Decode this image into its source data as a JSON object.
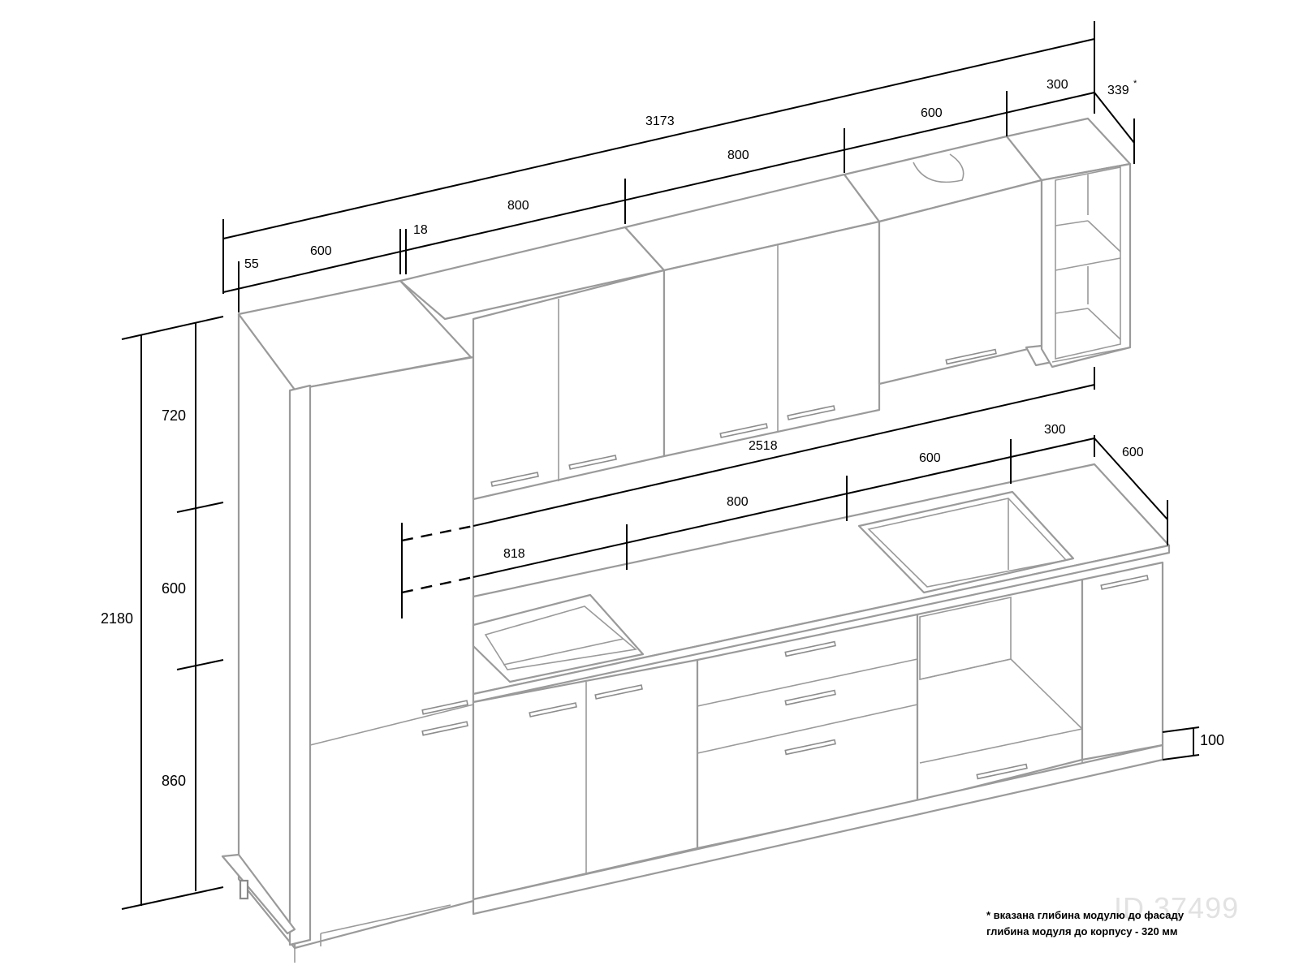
{
  "dimensions": {
    "total_upper": "3173",
    "upper": [
      "55",
      "600",
      "18",
      "800",
      "800",
      "600",
      "300",
      "339"
    ],
    "upper_depth_star": "*",
    "total_lower": "2518",
    "lower": [
      "818",
      "800",
      "600",
      "300",
      "600"
    ],
    "plinth": "100",
    "heights": [
      "720",
      "600",
      "860"
    ],
    "total_height": "2180"
  },
  "note": {
    "line1": "* вказана глибина модулю до фасаду",
    "line2": "глибина модуля до корпусу - 320 мм"
  },
  "watermark": "ID 37499"
}
